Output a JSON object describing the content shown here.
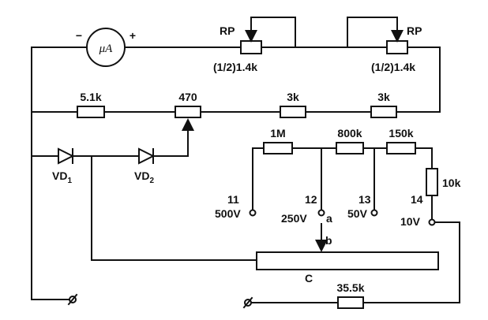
{
  "meter": {
    "symbol": "μA",
    "minus": "−",
    "plus": "+"
  },
  "potentiometers": [
    {
      "tag": "RP",
      "value": "(1/2)1.4k"
    },
    {
      "tag": "RP",
      "value": "(1/2)1.4k"
    }
  ],
  "resistors": {
    "r_5k1": "5.1k",
    "r_470": "470",
    "r_3k_a": "3k",
    "r_3k_b": "3k",
    "r_1m": "1M",
    "r_800k": "800k",
    "r_150k": "150k",
    "r_10k": "10k",
    "r_35k5": "35.5k"
  },
  "diodes": [
    {
      "name": "VD",
      "sub": "1"
    },
    {
      "name": "VD",
      "sub": "2"
    }
  ],
  "terminals": [
    {
      "num": "11",
      "range": "500V"
    },
    {
      "num": "12",
      "range": "250V"
    },
    {
      "num": "13",
      "range": "50V"
    },
    {
      "num": "14",
      "range": "10V"
    }
  ],
  "switch": {
    "label": "C",
    "contact_a": "a",
    "contact_b": "b"
  }
}
